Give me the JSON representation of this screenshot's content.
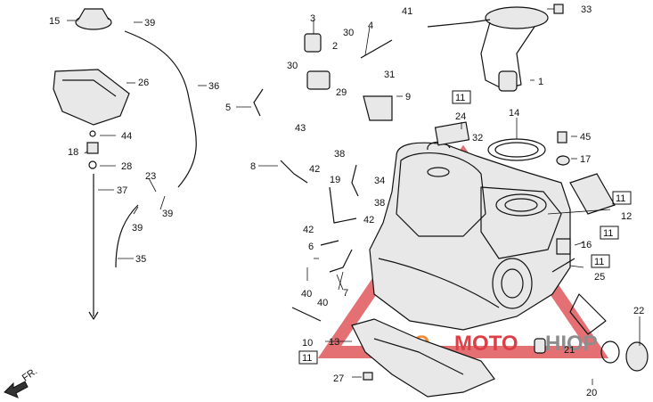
{
  "watermark": {
    "text_a": "AUTO",
    "text_b": "MOTO",
    "text_c": "HIOP",
    "color_orange": "#f07a1a",
    "color_red": "#d61f26",
    "color_gray": "#7a7a7a"
  },
  "fr_label": "FR.",
  "labels": {
    "p1": "1",
    "p2": "2",
    "p3": "3",
    "p4": "4",
    "p5": "5",
    "p6": "6",
    "p7": "7",
    "p8": "8",
    "p9": "9",
    "p10": "10",
    "p11a": "11",
    "p11b": "11",
    "p11c": "11",
    "p11d": "11",
    "p11e": "11",
    "p12": "12",
    "p13": "13",
    "p14": "14",
    "p15": "15",
    "p16": "16",
    "p17": "17",
    "p18": "18",
    "p19": "19",
    "p20": "20",
    "p21": "21",
    "p22": "22",
    "p23": "23",
    "p24": "24",
    "p25": "25",
    "p26": "26",
    "p27": "27",
    "p28": "28",
    "p29": "29",
    "p30a": "30",
    "p30b": "30",
    "p31": "31",
    "p32": "32",
    "p33": "33",
    "p34": "34",
    "p35": "35",
    "p36": "36",
    "p37": "37",
    "p38a": "38",
    "p38b": "38",
    "p39a": "39",
    "p39b": "39",
    "p39c": "39",
    "p40a": "40",
    "p40b": "40",
    "p41": "41",
    "p42a": "42",
    "p42b": "42",
    "p42c": "42",
    "p43": "43",
    "p44": "44",
    "p45": "45"
  }
}
